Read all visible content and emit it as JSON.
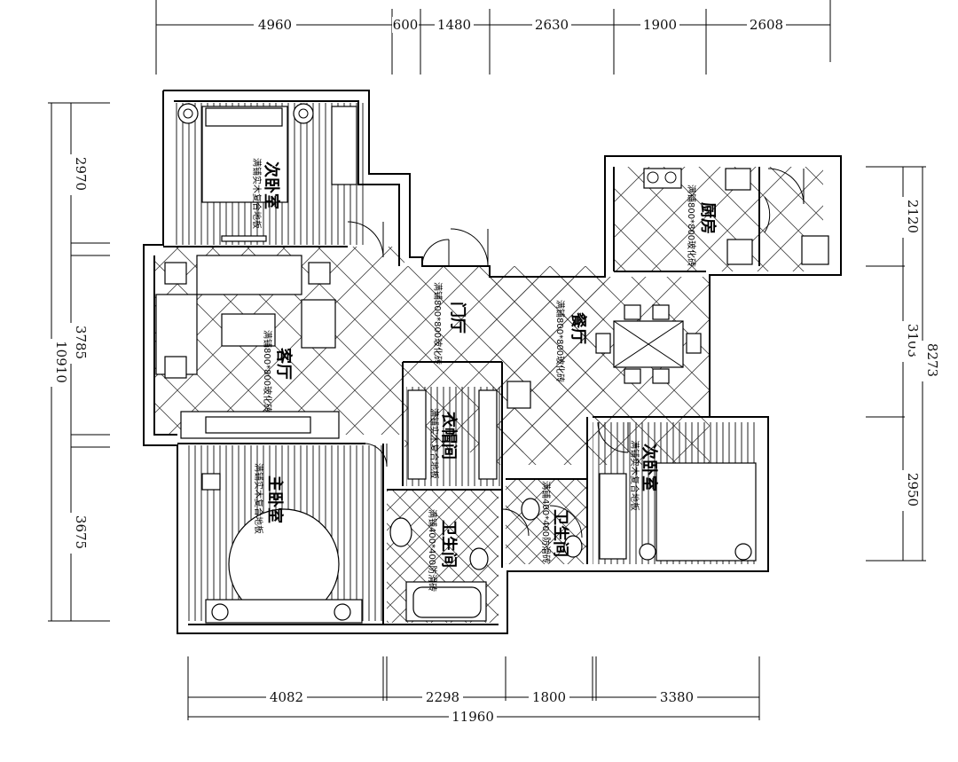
{
  "dimensions": {
    "top": [
      "4960",
      "600",
      "1480",
      "2630",
      "1900",
      "2608"
    ],
    "bottom": [
      "4082",
      "2298",
      "1800",
      "3380"
    ],
    "bottom_total": "11960",
    "left": [
      "2970",
      "3785",
      "3675"
    ],
    "left_total": "10910",
    "right": [
      "2120",
      "3103",
      "2950"
    ],
    "right_total": "8273"
  },
  "rooms": {
    "bedroom_top": "次卧室",
    "bedroom_top_note": "满铺实木复合地板",
    "living": "客厅",
    "living_note": "满铺800*800玻化砖",
    "foyer": "门厅",
    "foyer_note": "满铺800*800玻化砖",
    "dining": "餐厅",
    "dining_note": "满铺800*800玻化砖",
    "kitchen": "厨房",
    "kitchen_note": "满铺800*800玻化砖",
    "closet": "衣帽间",
    "closet_note": "满铺实木复合地板",
    "master": "主卧室",
    "master_note": "满铺实木复合地板",
    "bath_main": "卫生间",
    "bath_main_note": "满铺400*400防滑砖",
    "bath_small": "卫生间",
    "bath_small_note": "满铺400*400防滑砖",
    "bedroom_right": "次卧室",
    "bedroom_right_note": "满铺实木复合地板"
  }
}
